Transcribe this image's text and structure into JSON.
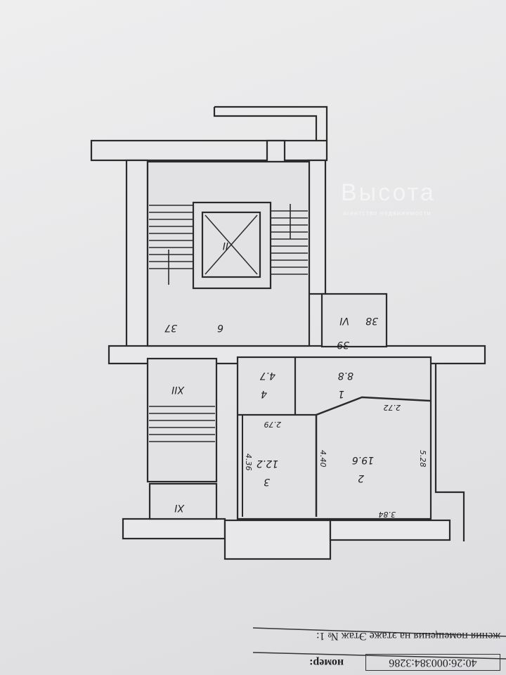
{
  "plan": {
    "rooms": [
      {
        "number": "1",
        "area": "8.8"
      },
      {
        "number": "2",
        "area": "19.6"
      },
      {
        "number": "3",
        "area": "12.2"
      },
      {
        "number": "4",
        "area": "4.7"
      }
    ],
    "dimensions": [
      "2.79",
      "2.72",
      "4.36",
      "4.40",
      "5.28",
      "3.84"
    ],
    "common_areas": [
      "II",
      "6",
      "VI",
      "XII",
      "XI",
      "37",
      "38",
      "39"
    ]
  },
  "footer": {
    "caption": "жения помещения на этаже Этаж № 1:",
    "cadastral_number": "40:26:000384:3286",
    "number_label": "номер:"
  },
  "watermark": {
    "brand": "Высота",
    "tagline": "агентство недвижимости"
  }
}
